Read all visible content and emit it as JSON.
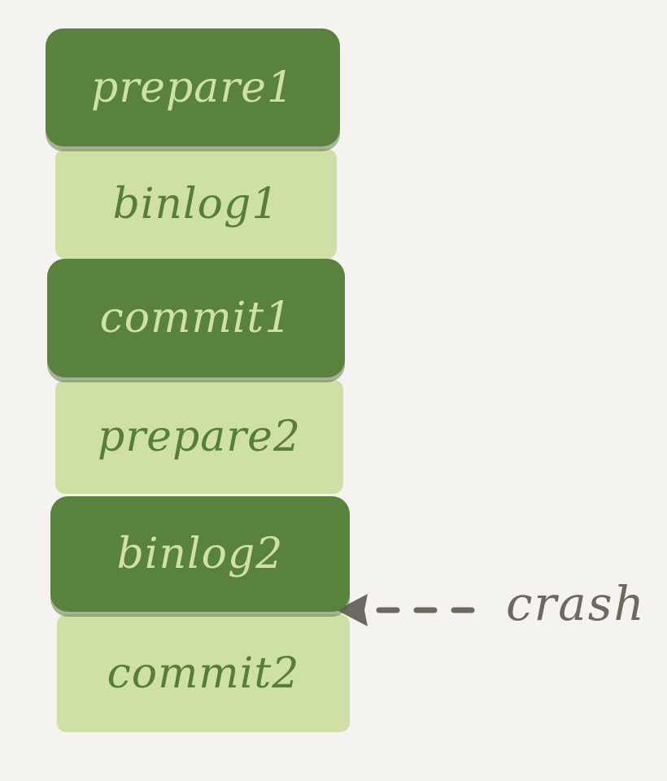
{
  "diagram": {
    "blocks": [
      {
        "label": "prepare1",
        "style": "dark"
      },
      {
        "label": "binlog1",
        "style": "light"
      },
      {
        "label": "commit1",
        "style": "dark"
      },
      {
        "label": "prepare2",
        "style": "light"
      },
      {
        "label": "binlog2",
        "style": "dark"
      },
      {
        "label": "commit2",
        "style": "light"
      }
    ],
    "annotation": {
      "label": "crash",
      "points_to_boundary_between": [
        "binlog2",
        "commit2"
      ]
    }
  },
  "colors": {
    "dark_block": "#5a823f",
    "light_block": "#cfe0a6",
    "background": "#f4f3ef",
    "arrow": "#6d695f"
  }
}
